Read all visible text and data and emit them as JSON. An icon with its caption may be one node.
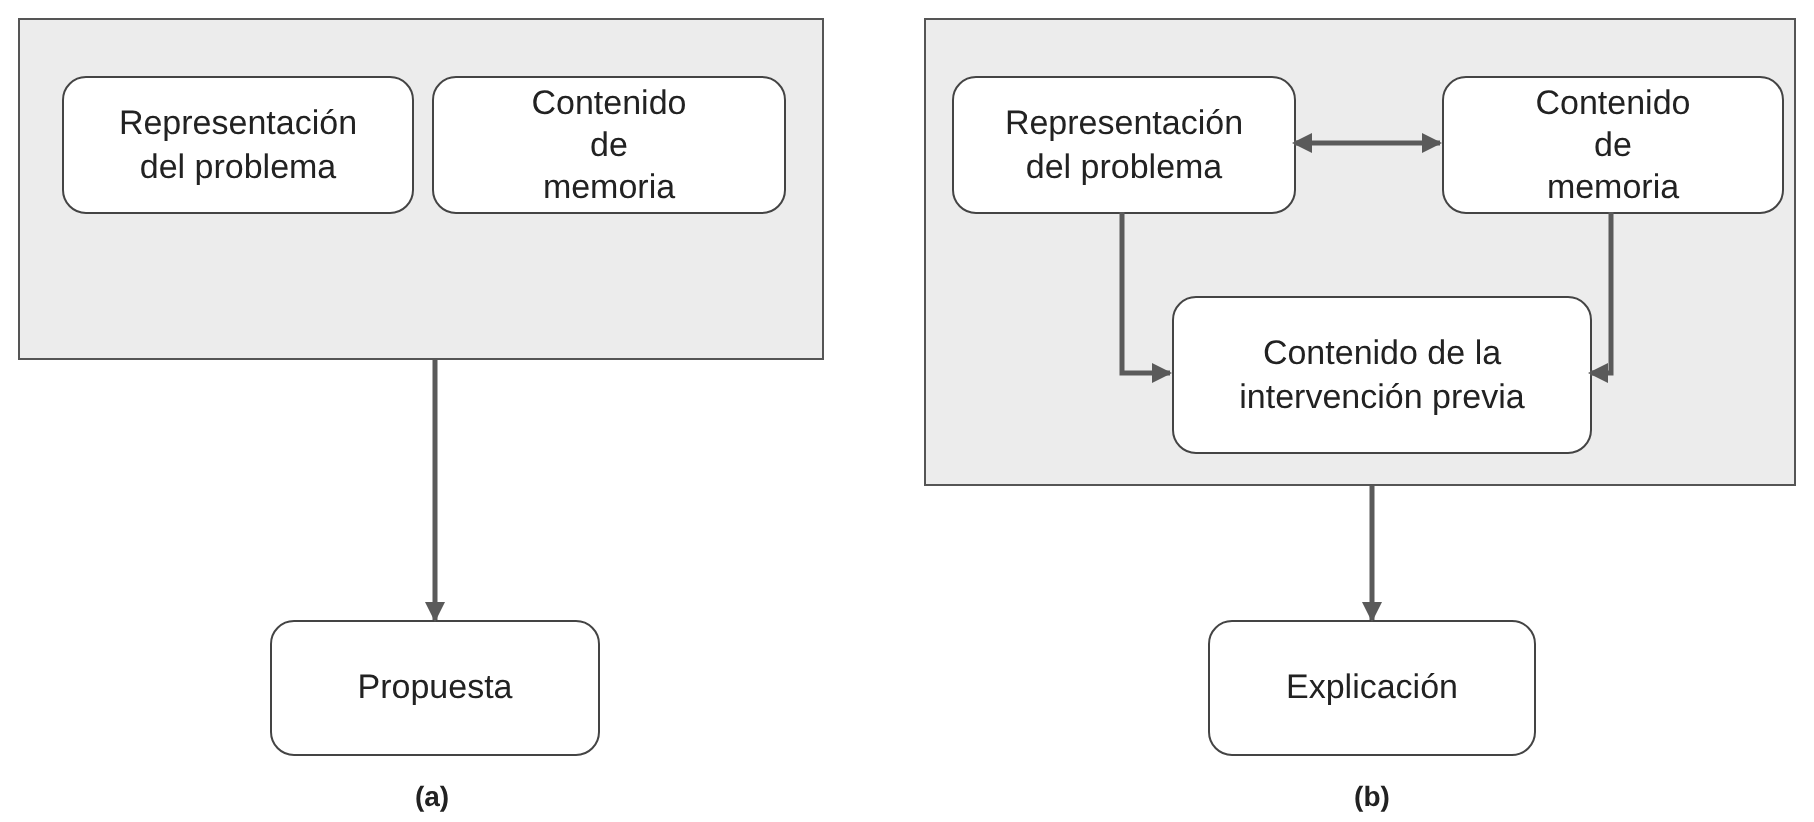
{
  "diagram": {
    "nodes": [
      {
        "text": [],
        "shape": "box"
      },
      {
        "text": [
          "Representación del problema"
        ],
        "in": 0
      },
      {
        "text": [
          "Contenido de memoria"
        ],
        "in": 0
      },
      {
        "text": [
          "Propuesta"
        ]
      },
      {
        "text": [],
        "shape": "box"
      },
      {
        "text": [
          "Representación del problema"
        ],
        "in": 4
      },
      {
        "text": [
          "Contenido de memoria"
        ],
        "in": 4
      },
      {
        "text": [
          "Contenido de la intervención previa"
        ],
        "in": 4
      },
      {
        "text": [
          "Explicación"
        ]
      }
    ],
    "edges": [
      {
        "from": 0,
        "to": 3,
        "arrow": "to"
      },
      {
        "from": 5,
        "to": 6,
        "arrow": "both"
      },
      {
        "from": 5,
        "to": 7,
        "arrow": "to"
      },
      {
        "from": 6,
        "to": 7,
        "arrow": "to"
      },
      {
        "from": 4,
        "to": 8,
        "arrow": "to"
      }
    ],
    "labels": [
      "(a)",
      "(b)"
    ]
  }
}
